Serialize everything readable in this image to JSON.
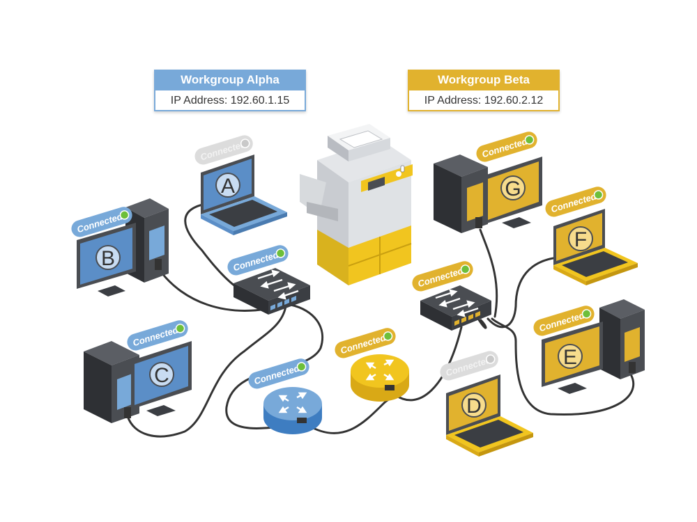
{
  "workgroups": {
    "alpha": {
      "title": "Workgroup Alpha",
      "ip": "IP Address: 192.60.1.15"
    },
    "beta": {
      "title": "Workgroup Beta",
      "ip": "IP Address: 192.60.2.12"
    }
  },
  "status": {
    "connected": "Connected",
    "disconnected": "Connected"
  },
  "colors": {
    "alpha": "#78a9d9",
    "beta": "#e1b22e",
    "cable": "#333333",
    "led_on": "#6dbf3a",
    "disconnected_pill": "#dcdcdc"
  },
  "devices": [
    {
      "id": "A",
      "letter": "A",
      "kind": "laptop",
      "group": "alpha",
      "status": "disconnected"
    },
    {
      "id": "B",
      "letter": "B",
      "kind": "desktop",
      "group": "alpha",
      "status": "connected"
    },
    {
      "id": "C",
      "letter": "C",
      "kind": "desktop",
      "group": "alpha",
      "status": "connected"
    },
    {
      "id": "D",
      "letter": "D",
      "kind": "laptop",
      "group": "beta",
      "status": "disconnected"
    },
    {
      "id": "E",
      "letter": "E",
      "kind": "desktop",
      "group": "beta",
      "status": "connected"
    },
    {
      "id": "F",
      "letter": "F",
      "kind": "laptop",
      "group": "beta",
      "status": "connected"
    },
    {
      "id": "G",
      "letter": "G",
      "kind": "desktop",
      "group": "beta",
      "status": "connected"
    }
  ],
  "network": [
    {
      "id": "switch-alpha",
      "kind": "switch",
      "group": "alpha",
      "status": "connected"
    },
    {
      "id": "switch-beta",
      "kind": "switch",
      "group": "beta",
      "status": "connected"
    },
    {
      "id": "router-alpha",
      "kind": "router",
      "group": "alpha",
      "status": "connected"
    },
    {
      "id": "router-beta",
      "kind": "router",
      "group": "beta",
      "status": "connected"
    },
    {
      "id": "printer",
      "kind": "printer",
      "group": "shared"
    }
  ]
}
